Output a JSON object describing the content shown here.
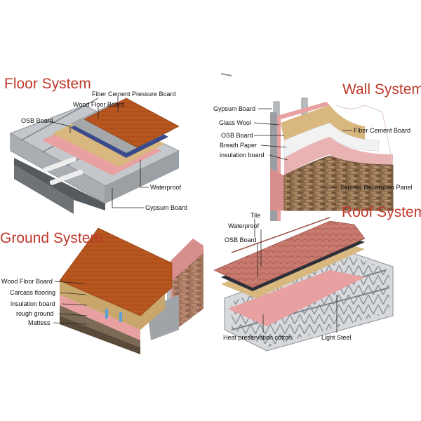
{
  "sections": {
    "floor": {
      "title": "Floor System",
      "labels": [
        "Fiber Cement Pressure Board",
        "Wood Floor Board",
        "OSB Board",
        "Waterproof",
        "Gypsum Board"
      ]
    },
    "wall": {
      "title": "Wall System",
      "labels": [
        "Gypsum Board",
        "Glass Wool",
        "OSB Board",
        "Breath Paper",
        "insulation board",
        "Fiber Cement Board",
        "Exterior Decoration Panel"
      ]
    },
    "ground": {
      "title": "Ground System",
      "labels": [
        "Wood Floor Board",
        "Carcass flooring",
        "insulation board",
        "rough ground",
        "Mattess"
      ]
    },
    "roof": {
      "title": "Roof System",
      "labels": [
        "Tile",
        "Waterproof",
        "OSB Board",
        "Heat preservation cotton",
        "Light Steel"
      ]
    }
  },
  "colors": {
    "title": "#c0392b",
    "wood": "#b8561f",
    "insulation_pink": "#e8a0a0",
    "steel": "#b8bcc0",
    "waterproof": "#3a4a8a",
    "stone": "#8a6a48"
  }
}
